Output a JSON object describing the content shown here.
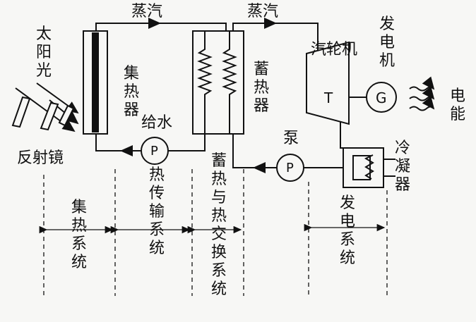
{
  "labels": {
    "steam_left": "蒸汽",
    "steam_right": "蒸汽",
    "sunlight": "太阳光",
    "reflector": "反射镜",
    "collector": "集热器",
    "feedwater": "给水",
    "pump_top": "泵",
    "storage": "蓄热器",
    "turbine_group": "汽轮机",
    "generator_group": "发电机",
    "electricity": "电能",
    "condenser": "冷凝器",
    "turbine_letter": "T",
    "generator_letter": "G",
    "pump_letter_1": "P",
    "pump_letter_2": "P"
  },
  "systems": {
    "heat_collection": "集热系统",
    "heat_transfer": "热传输系统",
    "storage_exchange": "蓄热与热交换系统",
    "power_generation": "发电系统"
  }
}
